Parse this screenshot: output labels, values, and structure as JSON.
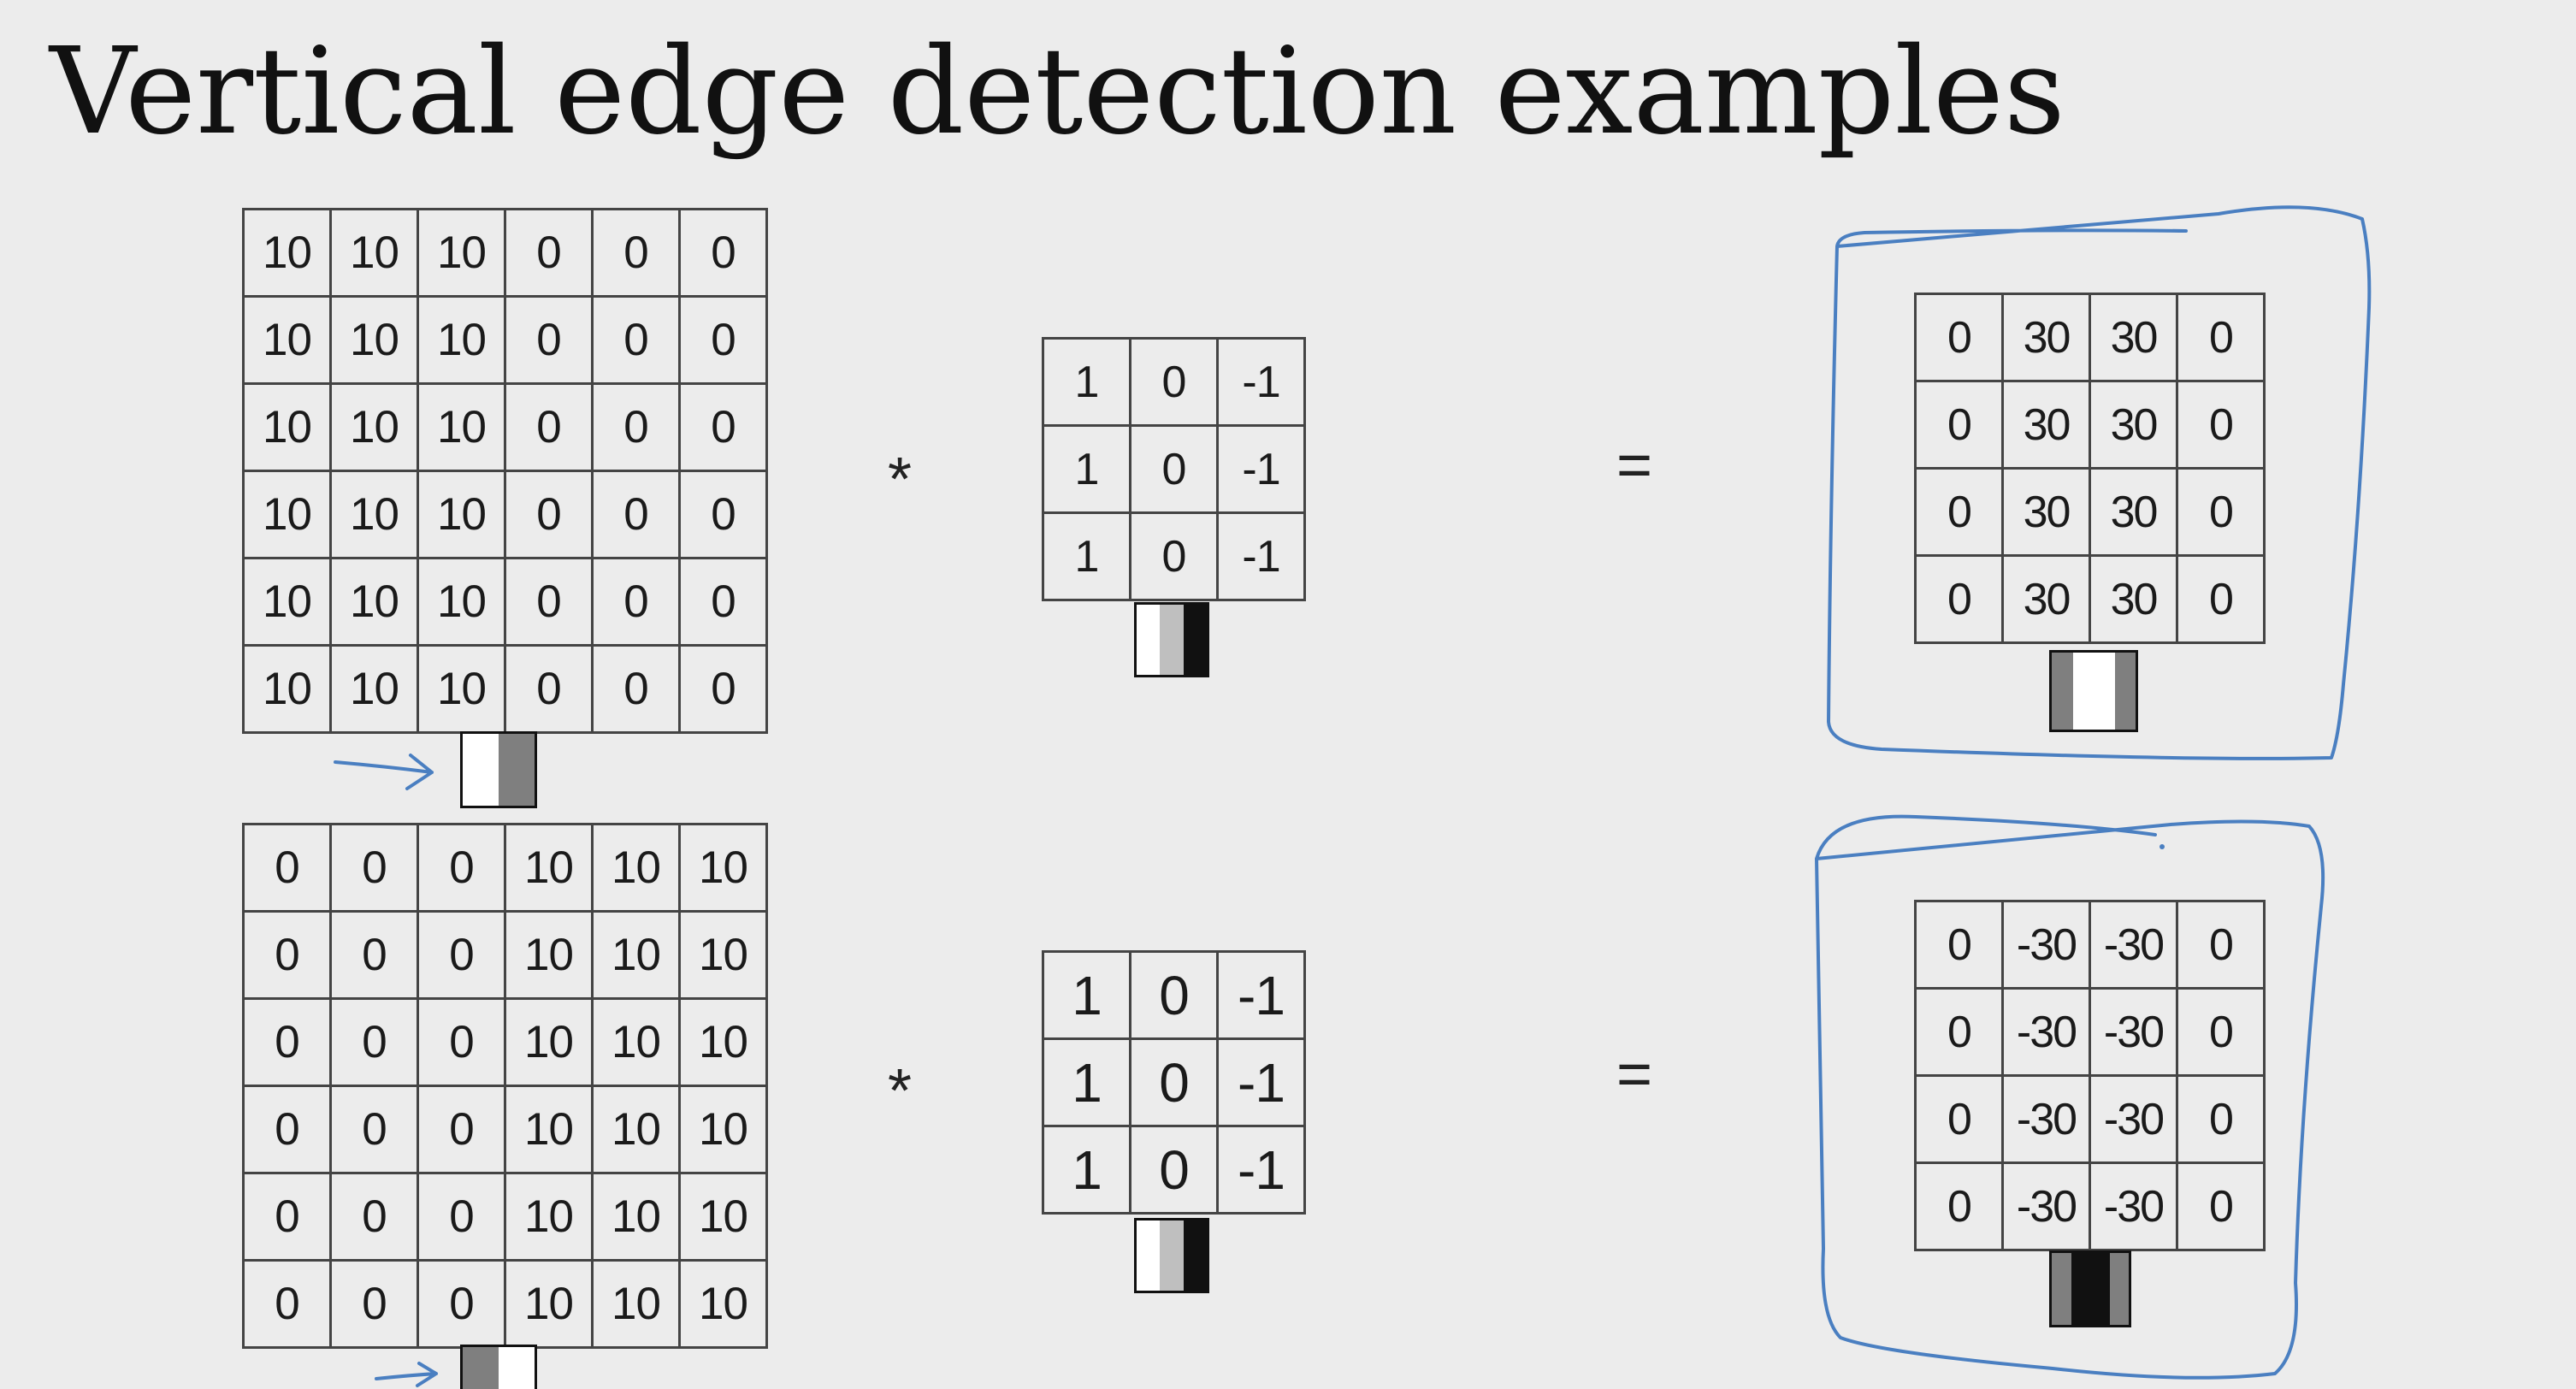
{
  "title": "Vertical edge detection examples",
  "operators": {
    "convolution": "*",
    "equals": "="
  },
  "colors": {
    "pen_blue": "#4a7fc1",
    "white": "#ffffff",
    "light_gray": "#bfbfbf",
    "gray": "#7f7f7f",
    "black": "#111111"
  },
  "examples": [
    {
      "input": [
        [
          "10",
          "10",
          "10",
          "0",
          "0",
          "0"
        ],
        [
          "10",
          "10",
          "10",
          "0",
          "0",
          "0"
        ],
        [
          "10",
          "10",
          "10",
          "0",
          "0",
          "0"
        ],
        [
          "10",
          "10",
          "10",
          "0",
          "0",
          "0"
        ],
        [
          "10",
          "10",
          "10",
          "0",
          "0",
          "0"
        ],
        [
          "10",
          "10",
          "10",
          "0",
          "0",
          "0"
        ]
      ],
      "input_swatch": [
        "white",
        "gray"
      ],
      "filter": [
        [
          "1",
          "0",
          "-1"
        ],
        [
          "1",
          "0",
          "-1"
        ],
        [
          "1",
          "0",
          "-1"
        ]
      ],
      "filter_swatch": [
        "white",
        "light_gray",
        "black"
      ],
      "output": [
        [
          "0",
          "30",
          "30",
          "0"
        ],
        [
          "0",
          "30",
          "30",
          "0"
        ],
        [
          "0",
          "30",
          "30",
          "0"
        ],
        [
          "0",
          "30",
          "30",
          "0"
        ]
      ],
      "output_swatch": [
        "gray",
        "white",
        "white",
        "gray"
      ]
    },
    {
      "input": [
        [
          "0",
          "0",
          "0",
          "10",
          "10",
          "10"
        ],
        [
          "0",
          "0",
          "0",
          "10",
          "10",
          "10"
        ],
        [
          "0",
          "0",
          "0",
          "10",
          "10",
          "10"
        ],
        [
          "0",
          "0",
          "0",
          "10",
          "10",
          "10"
        ],
        [
          "0",
          "0",
          "0",
          "10",
          "10",
          "10"
        ],
        [
          "0",
          "0",
          "0",
          "10",
          "10",
          "10"
        ]
      ],
      "input_swatch": [
        "gray",
        "white"
      ],
      "filter": [
        [
          "1",
          "0",
          "-1"
        ],
        [
          "1",
          "0",
          "-1"
        ],
        [
          "1",
          "0",
          "-1"
        ]
      ],
      "filter_swatch": [
        "white",
        "light_gray",
        "black"
      ],
      "output": [
        [
          "0",
          "-30",
          "-30",
          "0"
        ],
        [
          "0",
          "-30",
          "-30",
          "0"
        ],
        [
          "0",
          "-30",
          "-30",
          "0"
        ],
        [
          "0",
          "-30",
          "-30",
          "0"
        ]
      ],
      "output_swatch": [
        "gray",
        "black",
        "black",
        "gray"
      ]
    }
  ]
}
